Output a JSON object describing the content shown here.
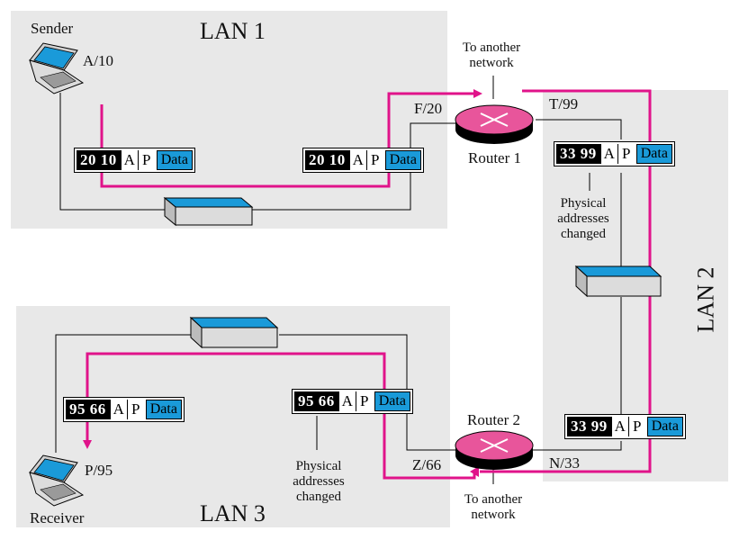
{
  "lans": {
    "lan1": "LAN 1",
    "lan2": "LAN 2",
    "lan3": "LAN 3"
  },
  "nodes": {
    "sender": "Sender",
    "receiver": "Receiver",
    "router1": "Router 1",
    "router2": "Router 2"
  },
  "interfaces": {
    "sender_addr": "A/10",
    "r1_lan1": "F/20",
    "r1_lan2": "T/99",
    "r2_lan2": "N/33",
    "r2_lan3": "Z/66",
    "receiver_addr": "P/95"
  },
  "notes": {
    "to_another_network_1": "To another network",
    "to_another_network_2": "To another network",
    "physical_changed_1": "Physical addresses changed",
    "physical_changed_2": "Physical addresses changed"
  },
  "frames": [
    {
      "id": "f1",
      "physical": "20 10",
      "logical_a": "A",
      "logical_p": "P",
      "data": "Data"
    },
    {
      "id": "f2",
      "physical": "20 10",
      "logical_a": "A",
      "logical_p": "P",
      "data": "Data"
    },
    {
      "id": "f3",
      "physical": "33 99",
      "logical_a": "A",
      "logical_p": "P",
      "data": "Data"
    },
    {
      "id": "f4",
      "physical": "33 99",
      "logical_a": "A",
      "logical_p": "P",
      "data": "Data"
    },
    {
      "id": "f5",
      "physical": "95 66",
      "logical_a": "A",
      "logical_p": "P",
      "data": "Data"
    },
    {
      "id": "f6",
      "physical": "95 66",
      "logical_a": "A",
      "logical_p": "P",
      "data": "Data"
    }
  ],
  "colors": {
    "path": "#e0138a",
    "data_field": "#1a9ad9",
    "router": "#e8559b",
    "switch_top": "#1a9ad9",
    "lan_bg": "#e8e8e8"
  }
}
